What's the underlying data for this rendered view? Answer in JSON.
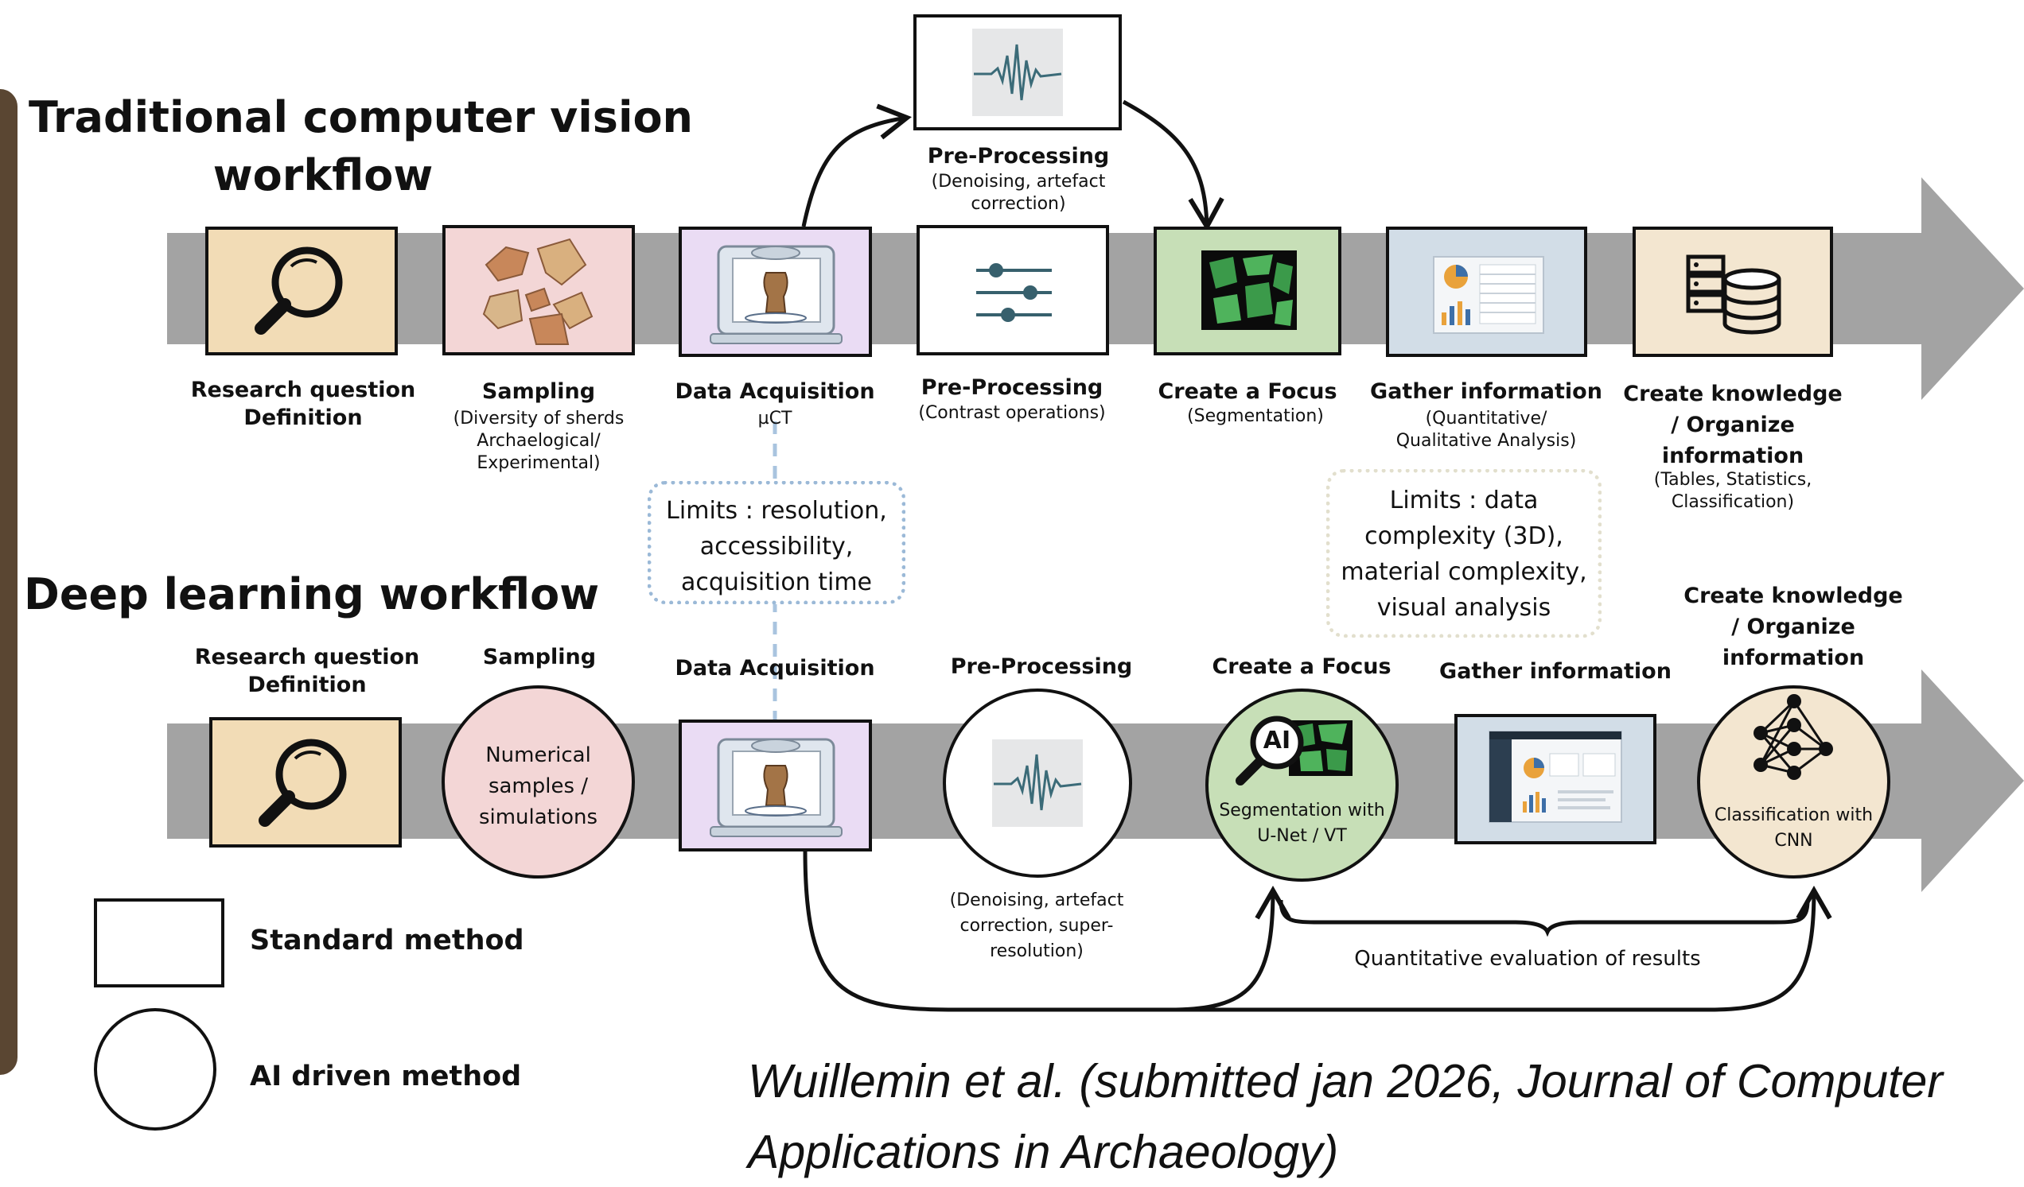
{
  "colors": {
    "band": "#a3a3a3",
    "research": "#f2dcb6",
    "sampling": "#f3d6d6",
    "acquisition": "#eadcf4",
    "focus": "#c7dfb7",
    "gather": "#d2dde7",
    "knowledge": "#f3e6d0",
    "limits_blue": "#9bb9d7",
    "limits_beige": "#e2dfcd",
    "side_bar": "#5a4632"
  },
  "headings": {
    "traditional_line1": "Traditional computer vision",
    "traditional_line2": "workflow",
    "deep": "Deep learning workflow"
  },
  "traditional": {
    "research": {
      "label1": "Research question",
      "label2": "Definition",
      "icon": "magnifier-icon"
    },
    "sampling": {
      "label": "Sampling",
      "sub1": "(Diversity of sherds",
      "sub2": "Archaelogical/",
      "sub3": "Experimental)",
      "icon": "sherds-icon"
    },
    "acquisition": {
      "label": "Data Acquisition",
      "sub": "µCT",
      "icon": "microct-scanner-icon"
    },
    "preprocessing": {
      "label": "Pre-Processing",
      "sub": "(Contrast operations)",
      "icon": "sliders-icon"
    },
    "preprocessing_top": {
      "label": "Pre-Processing",
      "sub1": "(Denoising, artefact",
      "sub2": "correction)",
      "icon": "signal-wave-icon"
    },
    "focus": {
      "label": "Create a Focus",
      "sub": "(Segmentation)",
      "icon": "segmentation-icon"
    },
    "gather": {
      "label": "Gather information",
      "sub1": "(Quantitative/",
      "sub2": "Qualitative Analysis)",
      "icon": "dashboard-icon"
    },
    "knowledge": {
      "label1": "Create knowledge",
      "label2": "/ Organize",
      "label3": "information",
      "sub1": "(Tables, Statistics,",
      "sub2": "Classification)",
      "icon": "database-icon"
    }
  },
  "limits": {
    "left": [
      "Limits : resolution,",
      "accessibility,",
      "acquisition time"
    ],
    "right": [
      "Limits :  data",
      "complexity (3D),",
      "material complexity,",
      "visual analysis"
    ]
  },
  "deep": {
    "research": {
      "label1": "Research question",
      "label2": "Definition",
      "icon": "magnifier-icon"
    },
    "sampling": {
      "label": "Sampling",
      "inner1": "Numerical",
      "inner2": "samples /",
      "inner3": "simulations"
    },
    "acquisition": {
      "label": "Data Acquisition",
      "icon": "microct-scanner-icon"
    },
    "preprocessing": {
      "label": "Pre-Processing",
      "sub1": "(Denoising, artefact",
      "sub2": "correction, super-",
      "sub3": "resolution)",
      "icon": "signal-wave-icon"
    },
    "focus": {
      "label": "Create a Focus",
      "inner1": "Segmentation with",
      "inner2": "U-Net / VT",
      "ai_badge": "AI",
      "icon": "ai-segmentation-icon"
    },
    "gather": {
      "label": "Gather information",
      "icon": "dashboard-icon"
    },
    "knowledge": {
      "label1": "Create knowledge",
      "label2": "/ Organize",
      "label3": "information",
      "inner1": "Classification with",
      "inner2": "CNN",
      "icon": "neural-network-icon"
    }
  },
  "evaluation_label": "Quantitative evaluation of results",
  "legend": {
    "standard": "Standard method",
    "ai": "AI driven method"
  },
  "citation": {
    "line1": "Wuillemin et al. (submitted jan 2026, Journal of Computer",
    "line2": "Applications in Archaeology)"
  }
}
